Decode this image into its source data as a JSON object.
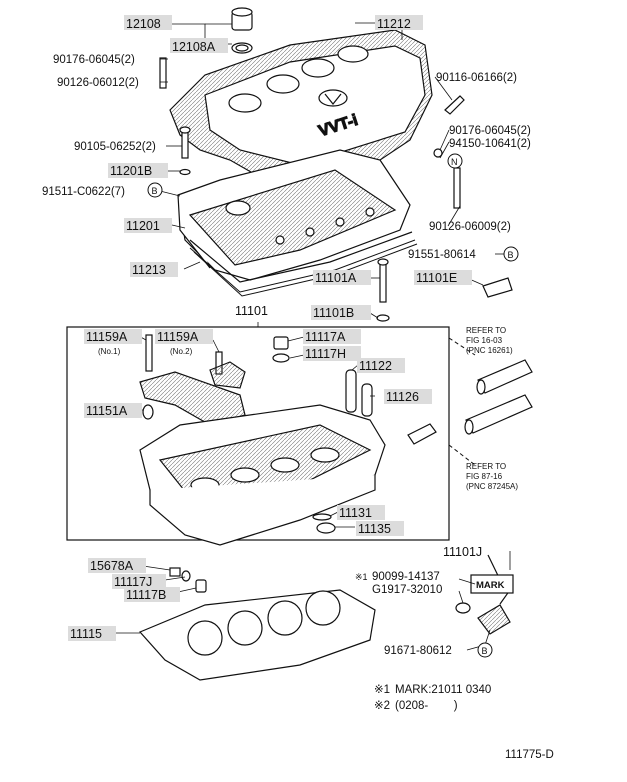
{
  "labels": {
    "p12108": "12108",
    "p12108A": "12108A",
    "p11212": "11212",
    "p90176a": "90176-06045(2)",
    "p90126a": "90126-06012(2)",
    "p90116": "90116-06166(2)",
    "p90176b": "90176-06045(2)",
    "p94150": "94150-10641(2)",
    "p90105": "90105-06252(2)",
    "p11201B": "11201B",
    "p91511": "91511-C0622(7)",
    "p11201": "11201",
    "p90126b": "90126-06009(2)",
    "p91551": "91551-80614",
    "p11213": "11213",
    "p11101A": "11101A",
    "p11101E": "11101E",
    "p11101": "11101",
    "p11101B": "11101B",
    "p11159A_1": "11159A",
    "p11159A_1_note": "(No.1)",
    "p11159A_2": "11159A",
    "p11159A_2_note": "(No.2)",
    "p11117A": "11117A",
    "p11117H": "11117H",
    "p11122": "11122",
    "p11126": "11126",
    "p11151A": "11151A",
    "p11131": "11131",
    "p11135": "11135",
    "p11101J": "11101J",
    "p90099": "90099-14137",
    "p90099_star": "※1",
    "pG1917": "G1917-32010",
    "p15678A": "15678A",
    "p11117J": "11117J",
    "p11117B": "11117B",
    "p11115": "11115",
    "p91671": "91671-80612"
  },
  "refer1": {
    "line1": "REFER TO",
    "line2": "FIG 16-03",
    "line3": "(PNC 16261)"
  },
  "refer2": {
    "line1": "REFER TO",
    "line2": "FIG 87-16",
    "line3": "(PNC 87245A)"
  },
  "callouts": {
    "B": "B",
    "N": "N"
  },
  "mark_box": "MARK",
  "cover_badge": "VVT-i",
  "notes": {
    "n1_marker": "※1",
    "n1_text": "MARK:21011 0340",
    "n2_marker": "※2",
    "n2_text": "(0208-        )"
  },
  "figure_id": "111775-D"
}
